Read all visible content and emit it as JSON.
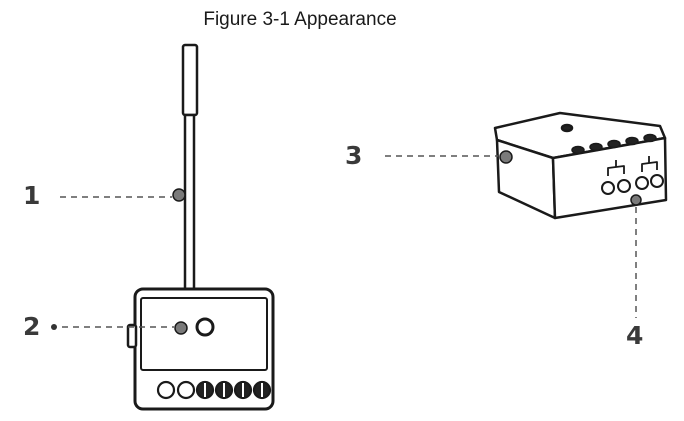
{
  "figure": {
    "caption": "Figure 3-1 Appearance",
    "callouts": [
      "1",
      "2",
      "3",
      "4"
    ]
  },
  "colors": {
    "line": "#1a1a1a",
    "callout": "#3a3a3a",
    "dot_fill": "#7a7a7a"
  }
}
